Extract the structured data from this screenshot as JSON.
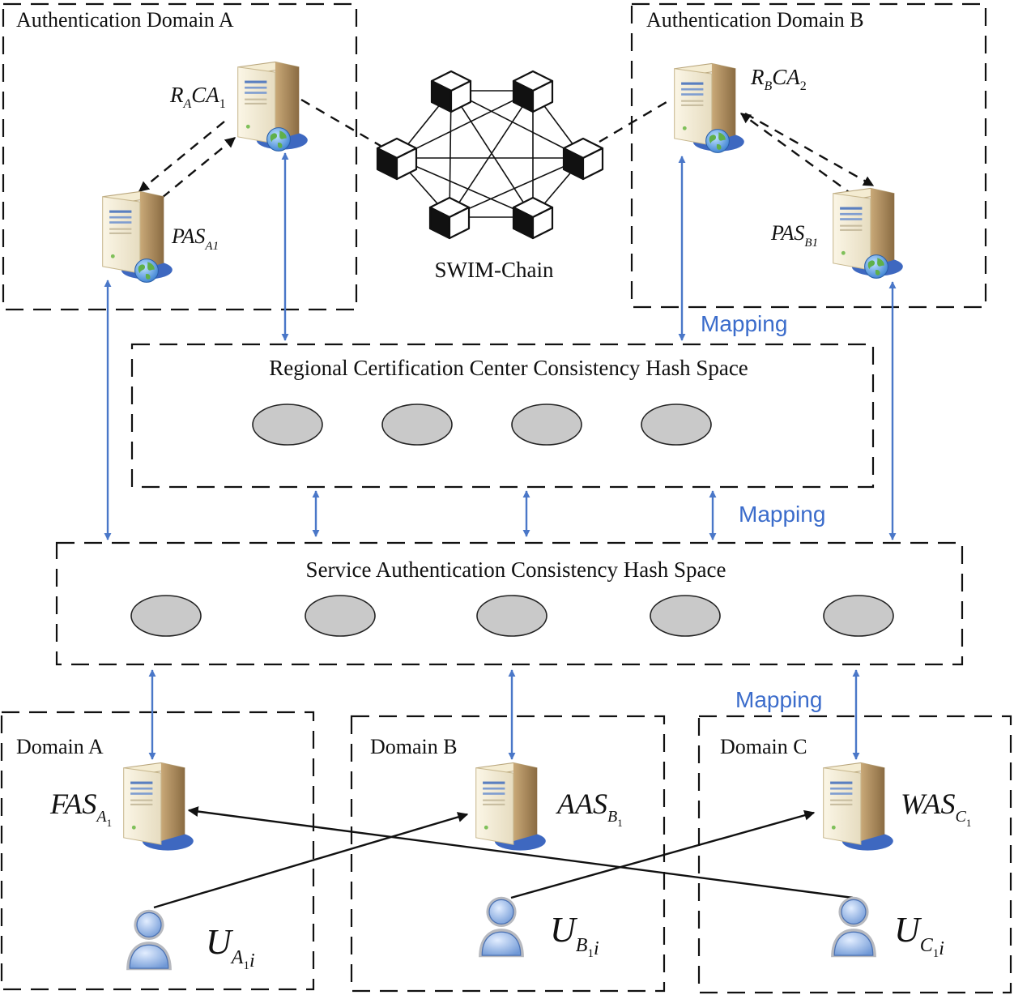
{
  "domains": {
    "auth_a": "Authentication Domain A",
    "auth_b": "Authentication Domain B",
    "domain_a": "Domain A",
    "domain_b": "Domain B",
    "domain_c": "Domain C"
  },
  "chain": {
    "label": "SWIM-Chain"
  },
  "spaces": {
    "regional": "Regional Certification Center Consistency Hash Space",
    "service": "Service Authentication Consistency Hash Space"
  },
  "mapping_label": "Mapping",
  "servers": {
    "raca1": {
      "base": "R",
      "base_sub": "A",
      "main": "CA",
      "main_sub": "1"
    },
    "rbca2": {
      "base": "R",
      "base_sub": "B",
      "main": "CA",
      "main_sub": "2"
    },
    "pasa1": {
      "base": "PAS",
      "sub": "A1"
    },
    "pasb1": {
      "base": "PAS",
      "sub": "B1"
    },
    "fas": {
      "base": "FAS",
      "sub": "A",
      "subsub": "1"
    },
    "aas": {
      "base": "AAS",
      "sub": "B",
      "subsub": "1"
    },
    "was": {
      "base": "WAS",
      "sub": "C",
      "subsub": "1"
    }
  },
  "users": {
    "ua": {
      "base": "U",
      "sub": "A",
      "subsub": "1",
      "tail": "i"
    },
    "ub": {
      "base": "U",
      "sub": "B",
      "subsub": "1",
      "tail": "i"
    },
    "uc": {
      "base": "U",
      "sub": "C",
      "subsub": "1",
      "tail": "i"
    }
  },
  "colors": {
    "mapping_blue": "#3b6ccb",
    "arrow_blue": "#4a77c8",
    "node_gray": "#c9c9c9",
    "server_beige": "#e8d9b8",
    "user_blue": "#8fb3e6"
  },
  "icons": [
    "server-icon",
    "globe-icon",
    "user-icon",
    "blockchain-node-icon"
  ]
}
